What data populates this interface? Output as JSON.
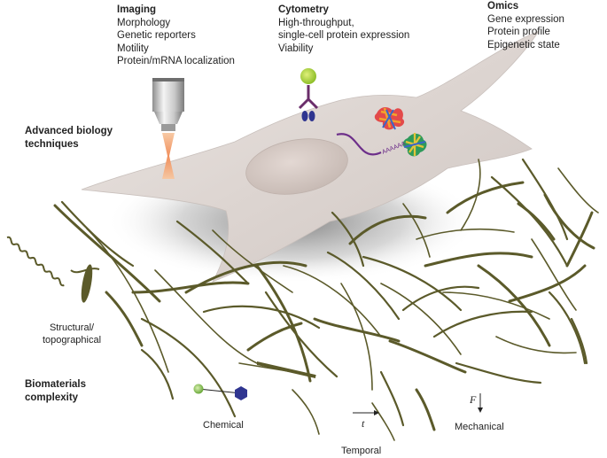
{
  "colors": {
    "fiber": "#5b5a2a",
    "cell": "#ddd6d3",
    "nucleus": "#d2c6c1",
    "antibody": "#6a2d6a",
    "bead": "#b7d742",
    "mrna": "#6d2f8a",
    "hexagon": "#2f3590",
    "green_dot": "#7ec04a",
    "beam": "#f0a070"
  },
  "imaging": {
    "title": "Imaging",
    "items": [
      "Morphology",
      "Genetic reporters",
      "Motility",
      "Protein/mRNA localization"
    ]
  },
  "cytometry": {
    "title": "Cytometry",
    "items": [
      "High-throughput,",
      "single-cell protein expression",
      "Viability"
    ]
  },
  "omics": {
    "title": "Omics",
    "items": [
      "Gene expression",
      "Protein profile",
      "Epigenetic state"
    ]
  },
  "advanced_label": {
    "line1": "Advanced biology",
    "line2": "techniques"
  },
  "biomaterials_label": {
    "line1": "Biomaterials",
    "line2": "complexity"
  },
  "labels": {
    "structural_line1": "Structural/",
    "structural_line2": "topographical",
    "chemical": "Chemical",
    "temporal": "Temporal",
    "mechanical": "Mechanical",
    "time_symbol": "t",
    "force_symbol": "F",
    "polya": "AAAAAA"
  },
  "icons": {
    "microscope": "microscope-objective-icon",
    "antibody": "antibody-icon",
    "protein": "protein-structure-icon",
    "molecule": "chemical-molecule-icon"
  }
}
